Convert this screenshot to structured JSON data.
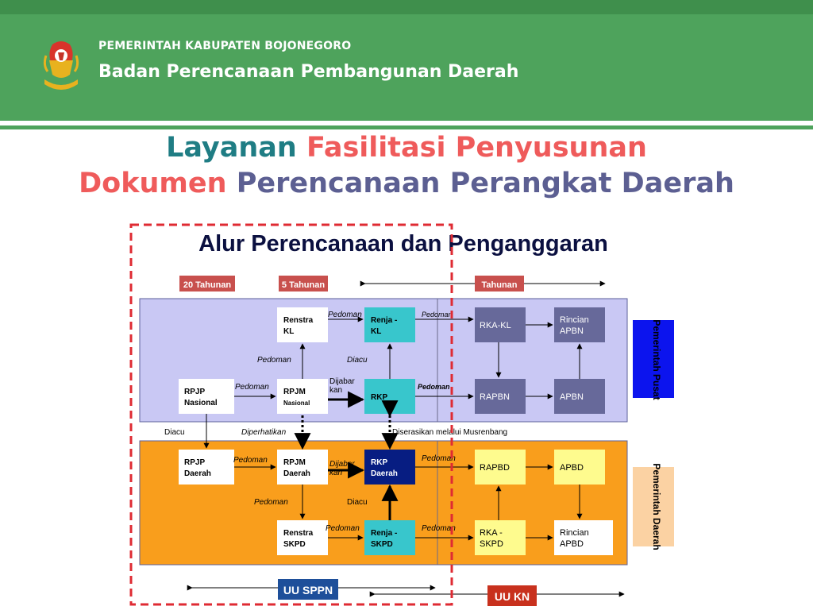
{
  "header": {
    "org_top": "PEMERINTAH KABUPATEN BOJONEGORO",
    "org_main": "Badan Perencanaan Pembangunan Daerah"
  },
  "title": {
    "line1": [
      {
        "text": "Layanan",
        "color": "teal"
      },
      {
        "text": "Fasilitasi Penyusunan",
        "color": "coral"
      }
    ],
    "line2": [
      {
        "text": "Dokumen",
        "color": "coral"
      },
      {
        "text": "Perencanaan Perangkat Daerah",
        "color": "slate"
      }
    ]
  },
  "diagram": {
    "title": "Alur Perencanaan dan Penganggaran",
    "periods": {
      "p20": "20 Tahunan",
      "p5": "5 Tahunan",
      "annual": "Tahunan"
    },
    "sides": {
      "pusat": "Pemerintah Pusat",
      "daerah": "Pemerintah Daerah"
    },
    "nodes": {
      "renstra_kl": "Renstra KL",
      "renja_kl": "Renja - KL",
      "rka_kl": "RKA-KL",
      "rincian_apbn": "Rincian APBN",
      "rpjp_nasional": "RPJP Nasional",
      "rpjm_nasional": "RPJM Nasional",
      "rkp": "RKP",
      "rapbn": "RAPBN",
      "apbn": "APBN",
      "rpjp_daerah": "RPJP Daerah",
      "rpjm_daerah": "RPJM Daerah",
      "rkp_daerah": "RKP Daerah",
      "rapbd": "RAPBD",
      "apbd": "APBD",
      "renstra_skpd": "Renstra SKPD",
      "renja_skpd": "Renja - SKPD",
      "rka_skpd": "RKA - SKPD",
      "rincian_apbd": "Rincian APBD"
    },
    "edge_labels": {
      "pedoman": "Pedoman",
      "diacu": "Diacu",
      "dijabarkan": "Dijabar kan",
      "diperhatikan": "Diperhatikan",
      "diserasikan": "Diserasikan melalui Musrenbang"
    },
    "laws": {
      "uu_sppn": "UU SPPN",
      "uu_kn": "UU KN"
    }
  },
  "colors": {
    "header_green": "#4ea35c",
    "title_teal": "#1f7d84",
    "title_coral": "#ef5b5b",
    "title_slate": "#5c5f92",
    "pusat_panel": "#c9c8f4",
    "daerah_panel": "#f99e1c",
    "cyan_box": "#38c6cc",
    "navy_box": "#071d82",
    "slate_box": "#67699a",
    "yellow_box": "#fefb8e",
    "label_red": "#c8504d",
    "frame_red": "#df2b33"
  }
}
